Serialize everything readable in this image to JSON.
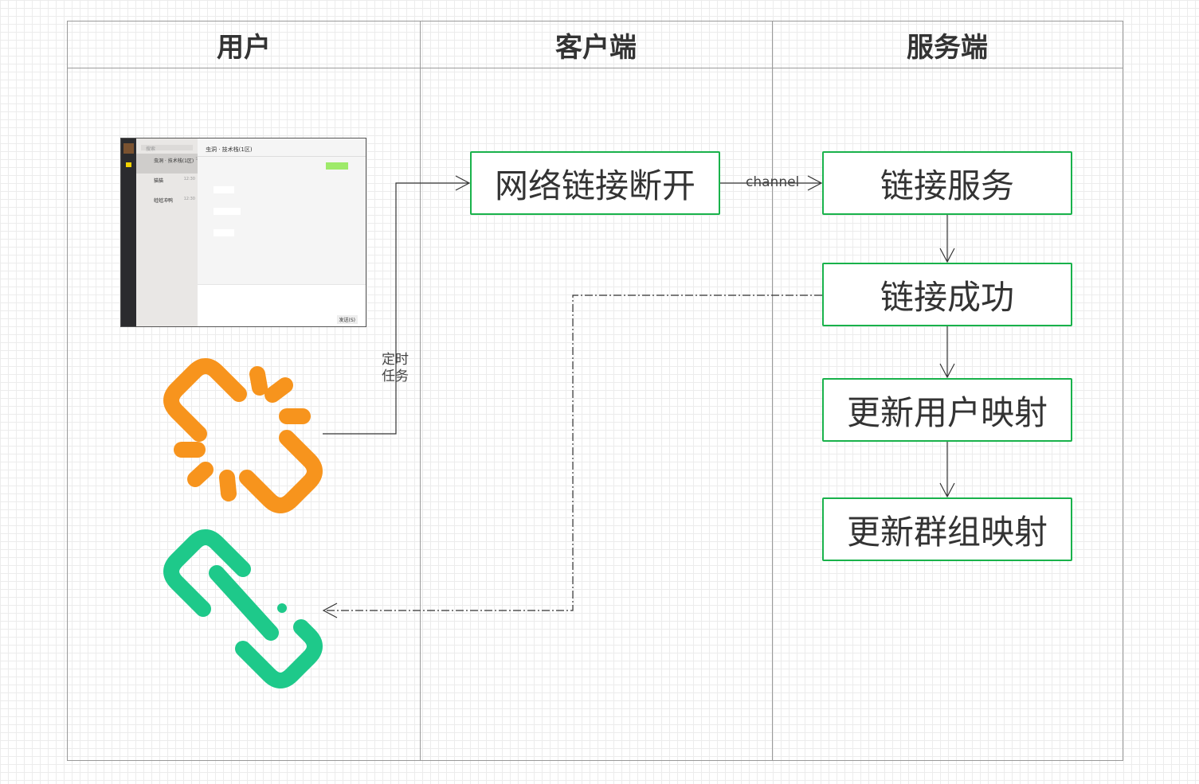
{
  "lanes": [
    "用户",
    "客户端",
    "服务端"
  ],
  "nodes": {
    "disconnect": "网络链接断开",
    "link_service": "链接服务",
    "link_success": "链接成功",
    "update_user_map": "更新用户映射",
    "update_group_map": "更新群组映射"
  },
  "edge_labels": {
    "timer": "定时\n任务",
    "timer_l1": "定时",
    "timer_l2": "任务",
    "channel": "channel"
  },
  "screenshot": {
    "title": "虫洞 · 技术栈(1区)",
    "search": "搜索",
    "send": "发送(S)",
    "time": "12:30",
    "sessions": [
      "虫洞 · 技术栈(1区)",
      "猫猫",
      "蛙蛙冲鸭"
    ]
  },
  "colors": {
    "node_border": "#19b24b",
    "broken_link": "#f7941d",
    "link": "#1ec98a"
  }
}
